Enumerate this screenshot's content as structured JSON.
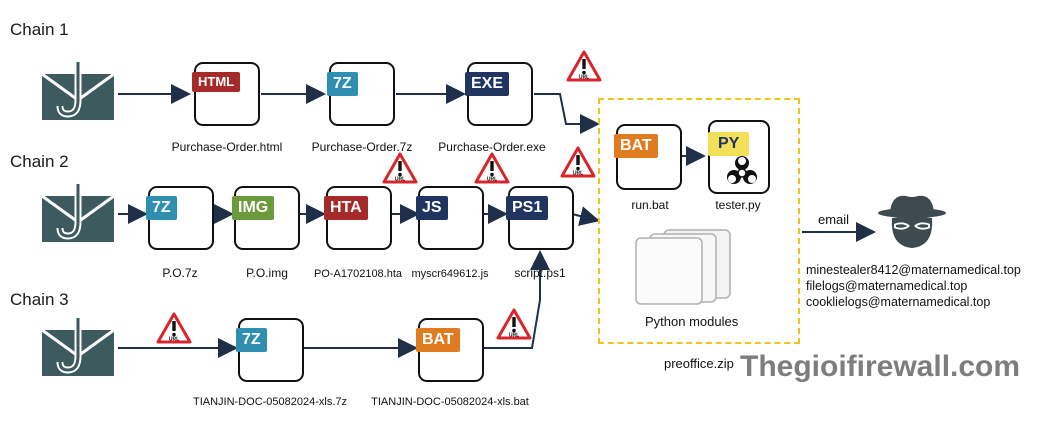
{
  "chains": [
    {
      "label": "Chain 1"
    },
    {
      "label": "Chain 2"
    },
    {
      "label": "Chain 3"
    }
  ],
  "files": {
    "c1_html": {
      "tag": "HTML",
      "name": "Purchase-Order.html",
      "color": "#a52a2a"
    },
    "c1_7z": {
      "tag": "7Z",
      "name": "Purchase-Order.7z",
      "color": "#2f8fb0"
    },
    "c1_exe": {
      "tag": "EXE",
      "name": "Purchase-Order.exe",
      "color": "#1f3560"
    },
    "c2_7z": {
      "tag": "7Z",
      "name": "P.O.7z",
      "color": "#2f8fb0"
    },
    "c2_img": {
      "tag": "IMG",
      "name": "P.O.img",
      "color": "#6a9a3a"
    },
    "c2_hta": {
      "tag": "HTA",
      "name": "PO-A1702108.hta",
      "color": "#a52a2a"
    },
    "c2_js": {
      "tag": "JS",
      "name": "myscr649612.js",
      "color": "#1f3560"
    },
    "c2_ps1": {
      "tag": "PS1",
      "name": "script.ps1",
      "color": "#1f3560"
    },
    "c3_7z": {
      "tag": "7Z",
      "name": "TIANJIN-DOC-05082024-xls.7z",
      "color": "#2f8fb0"
    },
    "c3_bat": {
      "tag": "BAT",
      "name": "TIANJIN-DOC-05082024-xls.bat",
      "color": "#e07b1f"
    },
    "runbat": {
      "tag": "BAT",
      "name": "run.bat",
      "color": "#e07b1f"
    },
    "tester": {
      "tag": "PY",
      "name": "tester.py",
      "color": "#f2e05a"
    }
  },
  "warning_text": "URL",
  "python_modules_label": "Python modules",
  "zip_label": "preoffice.zip",
  "email_label": "email",
  "contacts": [
    "minestealer8412@maternamedical.top",
    "filelogs@maternamedical.top",
    "cooklielogs@maternamedical.top"
  ],
  "watermark": "Thegioifirewall.com",
  "colors": {
    "envelope": "#3d5a5f",
    "arrow": "#1f2f4a",
    "warning_red": "#d8242a",
    "zip_border": "#f2c31a"
  },
  "icons": {
    "phishing": "envelope-hook-icon",
    "warning": "warning-url-icon",
    "actor": "hacker-icon",
    "biohazard": "biohazard-icon",
    "documents": "documents-stack-icon"
  }
}
